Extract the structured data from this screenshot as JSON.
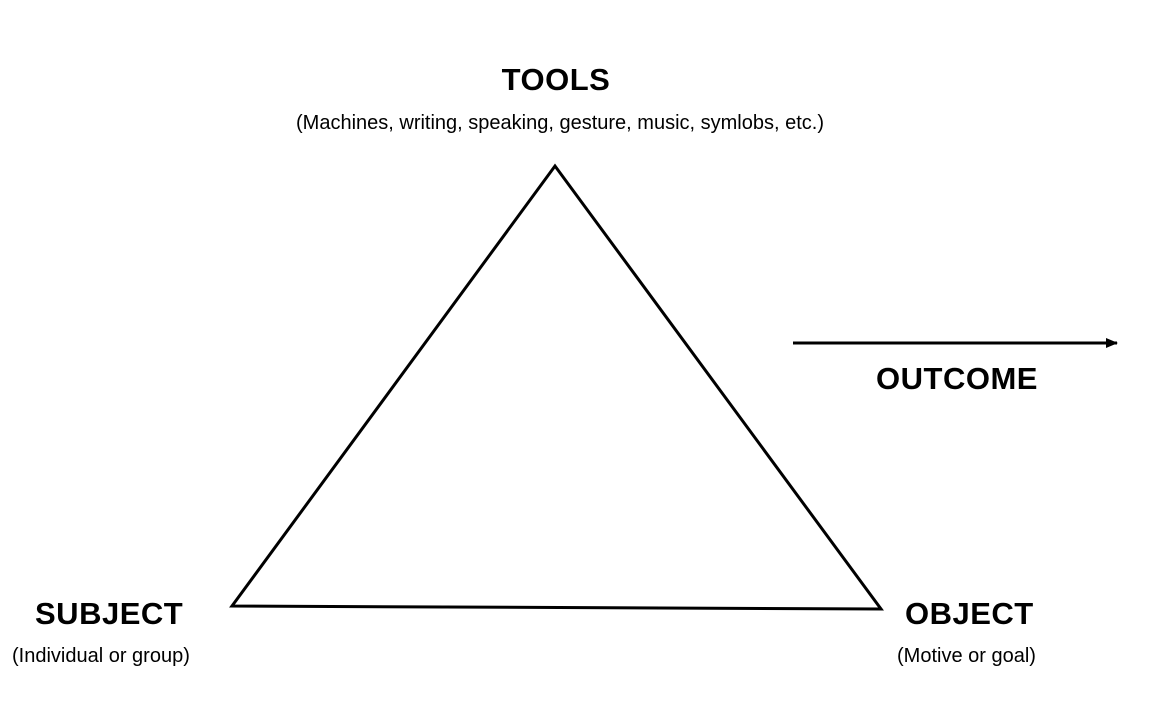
{
  "diagram": {
    "nodes": {
      "tools": {
        "label": "TOOLS",
        "description": "(Machines, writing, speaking, gesture, music, symlobs, etc.)"
      },
      "subject": {
        "label": "SUBJECT",
        "description": "(Individual or group)"
      },
      "object": {
        "label": "OBJECT",
        "description": "(Motive or goal)"
      }
    },
    "outcome": {
      "label": "OUTCOME"
    }
  },
  "colors": {
    "stroke": "#000000",
    "background": "#ffffff"
  }
}
